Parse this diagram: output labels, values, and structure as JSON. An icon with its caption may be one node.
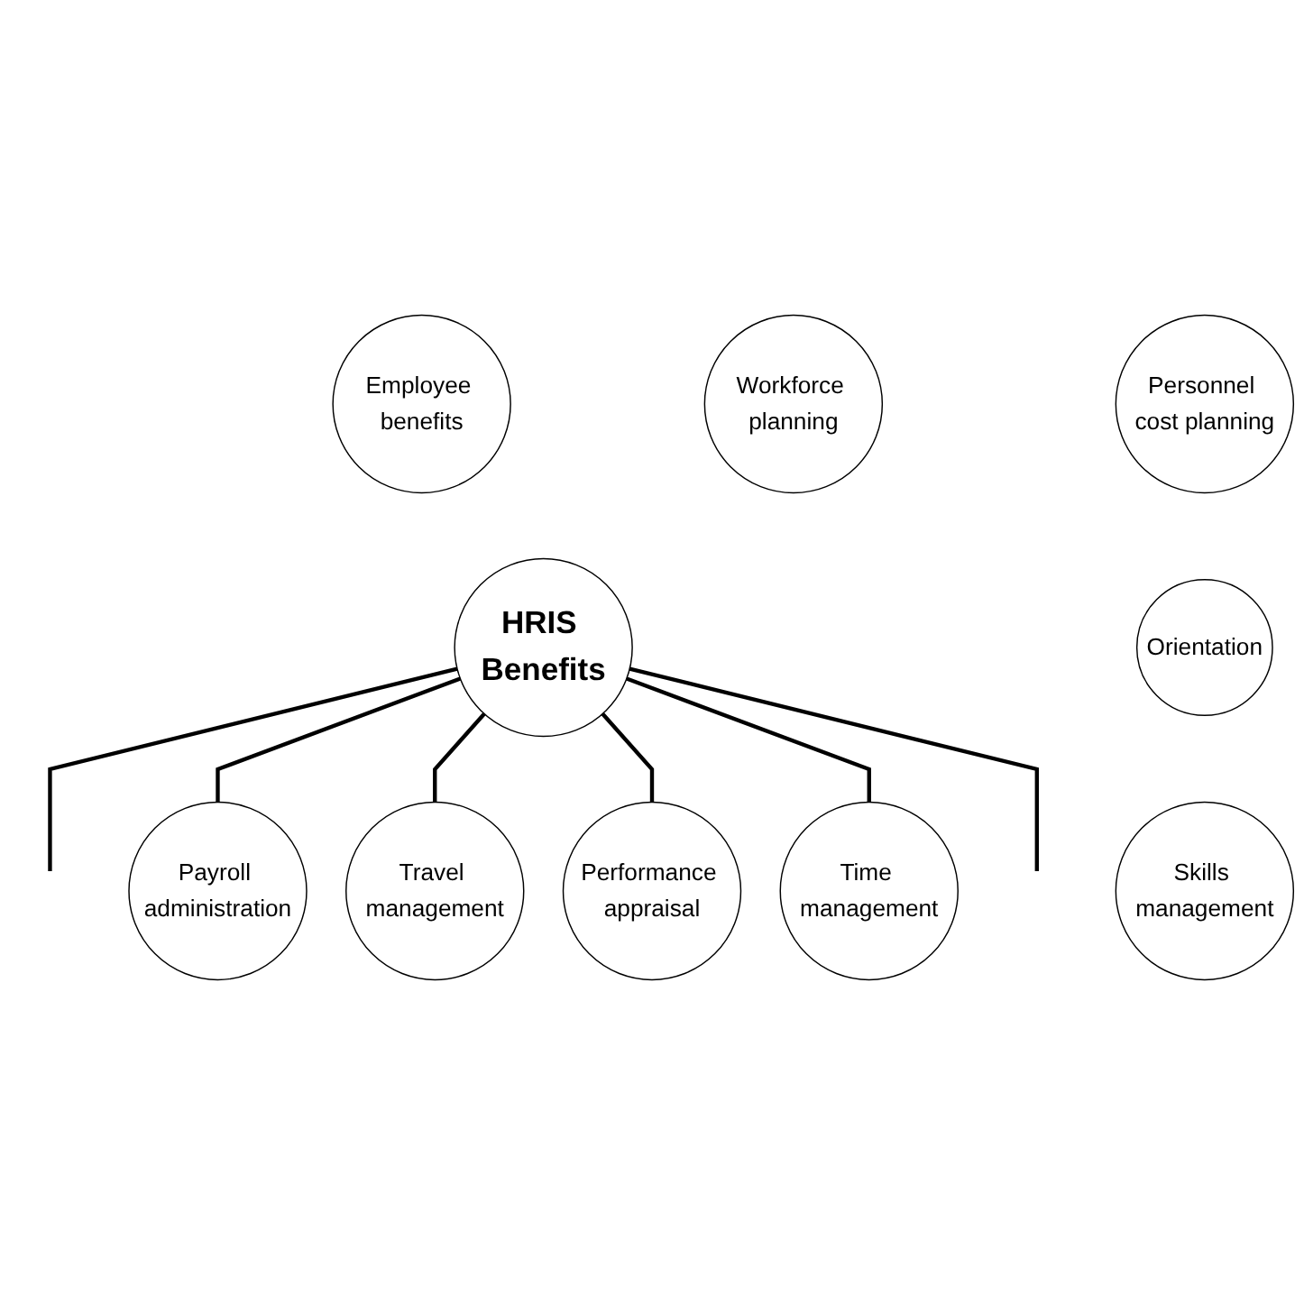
{
  "diagram": {
    "nodes": [
      {
        "text": [
          "HRIS Benefits"
        ]
      },
      {
        "text": [
          "Workforce planning"
        ]
      },
      {
        "text": [
          "Employee benefits"
        ]
      },
      {
        "text": [
          "Payroll administration"
        ]
      },
      {
        "text": [
          "Travel management"
        ]
      },
      {
        "text": [
          "Performance appraisal"
        ]
      },
      {
        "text": [
          "Time management"
        ]
      },
      {
        "text": [
          "Skills management"
        ]
      },
      {
        "text": [
          "Orientation"
        ]
      },
      {
        "text": [
          "Personnel cost planning"
        ]
      }
    ],
    "edges": [
      {
        "from": 0,
        "to": null,
        "arrow": "none"
      },
      {
        "from": 0,
        "to": 3,
        "arrow": "none"
      },
      {
        "from": 0,
        "to": 4,
        "arrow": "none"
      },
      {
        "from": 0,
        "to": 5,
        "arrow": "none"
      },
      {
        "from": 0,
        "to": 6,
        "arrow": "none"
      },
      {
        "from": 0,
        "to": null,
        "arrow": "none"
      }
    ]
  }
}
